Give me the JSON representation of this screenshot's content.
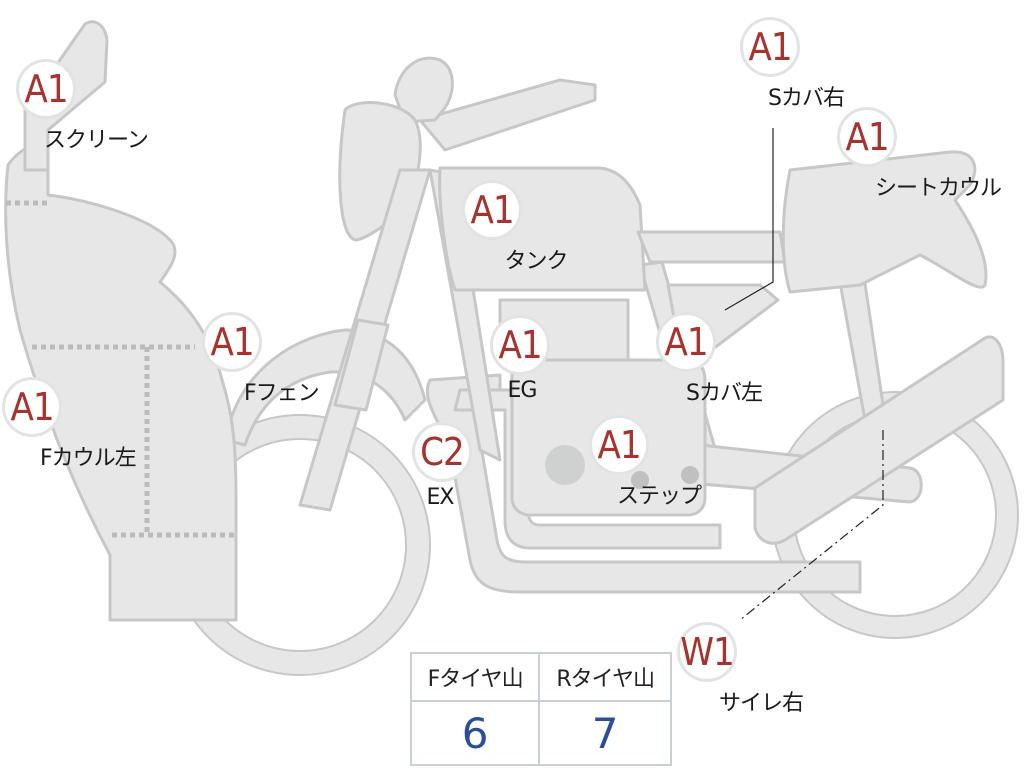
{
  "markers": [
    {
      "id": "screen",
      "code": "A1",
      "label": "スクリーン"
    },
    {
      "id": "fcowl-left",
      "code": "A1",
      "label": "Fカウル左"
    },
    {
      "id": "ffender",
      "code": "A1",
      "label": "Fフェン"
    },
    {
      "id": "ex",
      "code": "C2",
      "label": "EX"
    },
    {
      "id": "tank",
      "code": "A1",
      "label": "タンク"
    },
    {
      "id": "eg",
      "code": "A1",
      "label": "EG"
    },
    {
      "id": "step",
      "code": "A1",
      "label": "ステップ"
    },
    {
      "id": "scover-left",
      "code": "A1",
      "label": "Sカバ左"
    },
    {
      "id": "scover-right",
      "code": "A1",
      "label": "Sカバ右"
    },
    {
      "id": "seat-cowl",
      "code": "A1",
      "label": "シートカウル"
    },
    {
      "id": "muffler-right",
      "code": "W1",
      "label": "サイレ右"
    }
  ],
  "tire_table": {
    "headers": [
      "Fタイヤ山",
      "Rタイヤ山"
    ],
    "values": [
      "6",
      "7"
    ]
  },
  "colors": {
    "code_text": "#a8322e",
    "tire_value_text": "#2a4e9a",
    "bike_fill": "#e6e7e6",
    "bike_stroke": "#c6c8c7"
  }
}
